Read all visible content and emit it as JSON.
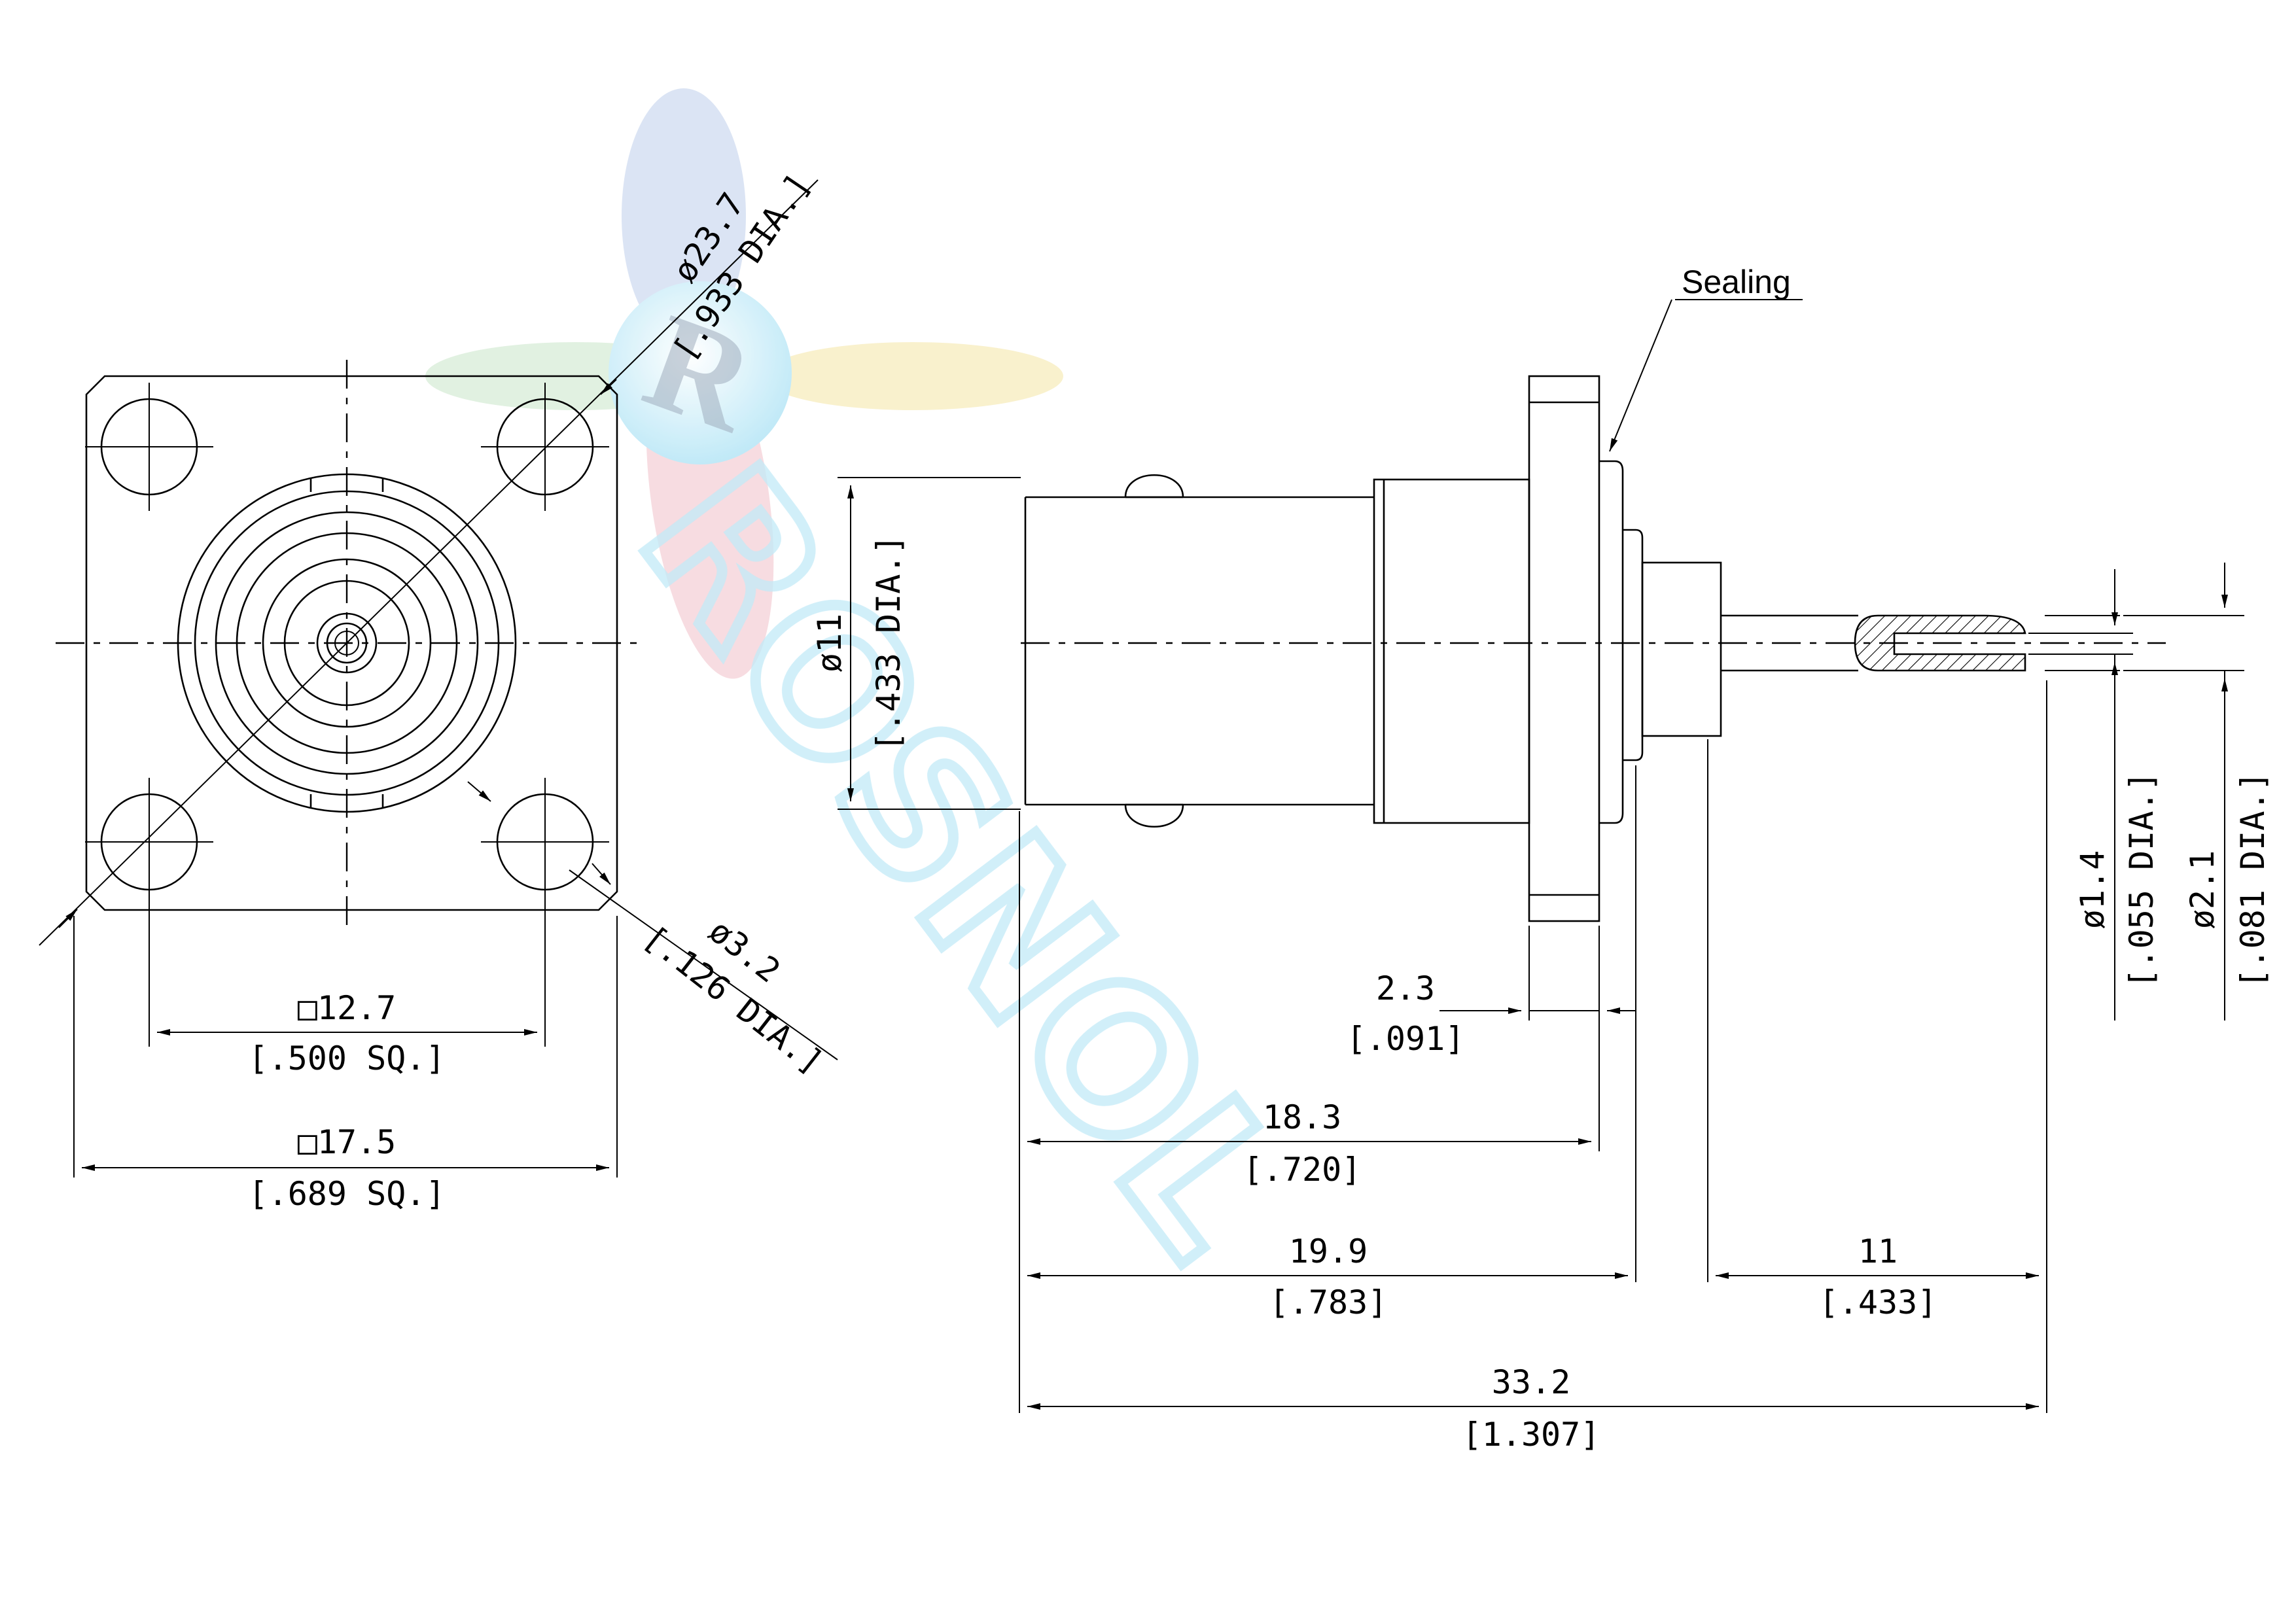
{
  "labels": {
    "sealing": "Sealing"
  },
  "dimensions": {
    "flange_circle_dia": {
      "mm": "ø23.7",
      "inch": "[.933 DIA.]"
    },
    "mount_hole_dia": {
      "mm": "ø3.2",
      "inch": "[.126 DIA.]"
    },
    "hole_spacing": {
      "mm": "□12.7",
      "inch": "[.500 SQ.]"
    },
    "flange_square": {
      "mm": "□17.5",
      "inch": "[.689 SQ.]"
    },
    "body_dia": {
      "mm": "ø11",
      "inch": "[.433 DIA.]"
    },
    "flange_thickness": {
      "mm": "2.3",
      "inch": "[.091]"
    },
    "front_length": {
      "mm": "18.3",
      "inch": "[.720]"
    },
    "front_length_incl_seal": {
      "mm": "19.9",
      "inch": "[.783]"
    },
    "rear_length": {
      "mm": "11",
      "inch": "[.433]"
    },
    "overall_length": {
      "mm": "33.2",
      "inch": "[1.307]"
    },
    "pin_inner_dia": {
      "mm": "ø1.4",
      "inch": "[.055 DIA.]"
    },
    "pin_outer_dia": {
      "mm": "ø2.1",
      "inch": "[.081 DIA.]"
    }
  },
  "watermark": {
    "logo_letter": "R",
    "text": "ROSNOL",
    "colors": [
      "#c9d7ee",
      "#f2c7cf",
      "#cfe8cf",
      "#f6eab4",
      "#b6e6f6"
    ]
  }
}
